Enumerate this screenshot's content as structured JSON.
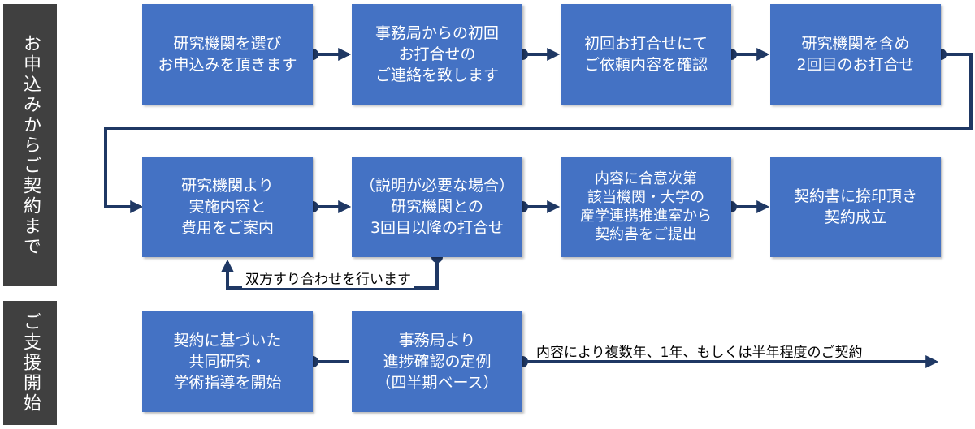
{
  "side_labels": {
    "application": "お申込みからご契約まで",
    "support": "ご支援開始"
  },
  "steps": {
    "s1": [
      "研究機関を選び",
      "お申込みを頂きます"
    ],
    "s2": [
      "事務局からの初回",
      "お打合せの",
      "ご連絡を致します"
    ],
    "s3": [
      "初回お打合せにて",
      "ご依頼内容を確認"
    ],
    "s4": [
      "研究機関を含め",
      "2回目のお打合せ"
    ],
    "s5": [
      "研究機関より",
      "実施内容と",
      "費用をご案内"
    ],
    "s6": [
      "（説明が必要な場合）",
      "研究機関との",
      "3回目以降の打合せ"
    ],
    "s7": [
      "内容に合意次第",
      "該当機関・大学の",
      "産学連携推進室から",
      "契約書をご提出"
    ],
    "s8": [
      "契約書に捺印頂き",
      "契約成立"
    ],
    "s9": [
      "契約に基づいた",
      "共同研究・",
      "学術指導を開始"
    ],
    "s10": [
      "事務局より",
      "進捗確認の定例",
      "（四半期ベース）"
    ]
  },
  "annotations": {
    "loop_note": "双方すり合わせを行います",
    "contract_term": "内容により複数年、1年、もしくは半年程度のご契約"
  },
  "colors": {
    "box_fill": "#4472c4",
    "connector": "#1f3864",
    "side_label_bg": "#404040"
  }
}
